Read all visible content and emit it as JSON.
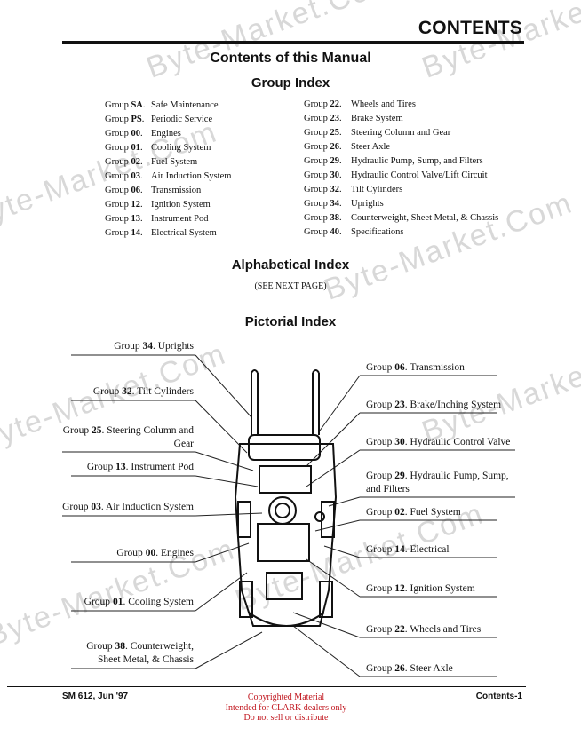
{
  "header": {
    "title": "CONTENTS"
  },
  "manual_title": "Contents of this Manual",
  "group_index": {
    "title": "Group Index",
    "left": [
      {
        "id": "SA",
        "label": "Safe Maintenance"
      },
      {
        "id": "PS",
        "label": "Periodic Service"
      },
      {
        "id": "00",
        "label": "Engines"
      },
      {
        "id": "01",
        "label": "Cooling System"
      },
      {
        "id": "02",
        "label": "Fuel System"
      },
      {
        "id": "03",
        "label": "Air Induction System"
      },
      {
        "id": "06",
        "label": "Transmission"
      },
      {
        "id": "12",
        "label": "Ignition System"
      },
      {
        "id": "13",
        "label": "Instrument Pod"
      },
      {
        "id": "14",
        "label": "Electrical System"
      }
    ],
    "right": [
      {
        "id": "22",
        "label": "Wheels and Tires"
      },
      {
        "id": "23",
        "label": "Brake System"
      },
      {
        "id": "25",
        "label": "Steering Column and Gear"
      },
      {
        "id": "26",
        "label": "Steer Axle"
      },
      {
        "id": "29",
        "label": "Hydraulic Pump, Sump, and Filters"
      },
      {
        "id": "30",
        "label": "Hydraulic Control Valve/Lift Circuit"
      },
      {
        "id": "32",
        "label": "Tilt Cylinders"
      },
      {
        "id": "34",
        "label": "Uprights"
      },
      {
        "id": "38",
        "label": "Counterweight, Sheet Metal, & Chassis"
      },
      {
        "id": "40",
        "label": "Specifications"
      }
    ]
  },
  "alpha_index": {
    "title": "Alphabetical Index",
    "note": "(SEE NEXT PAGE)"
  },
  "pictorial_index": {
    "title": "Pictorial Index",
    "left": [
      {
        "id": "34",
        "label": "Uprights"
      },
      {
        "id": "32",
        "label": "Tilt Cylinders"
      },
      {
        "id": "25",
        "label": "Steering Column and",
        "label2": "Gear"
      },
      {
        "id": "13",
        "label": "Instrument Pod"
      },
      {
        "id": "03",
        "label": "Air Induction System"
      },
      {
        "id": "00",
        "label": "Engines"
      },
      {
        "id": "01",
        "label": "Cooling System"
      },
      {
        "id": "38",
        "label": "Counterweight,",
        "label2": "Sheet Metal, & Chassis"
      }
    ],
    "right": [
      {
        "id": "06",
        "label": "Transmission"
      },
      {
        "id": "23",
        "label": "Brake/Inching System"
      },
      {
        "id": "30",
        "label": "Hydraulic Control Valve"
      },
      {
        "id": "29",
        "label": "Hydraulic Pump, Sump,",
        "label2": "and Filters"
      },
      {
        "id": "02",
        "label": "Fuel System"
      },
      {
        "id": "14",
        "label": "Electrical"
      },
      {
        "id": "12",
        "label": "Ignition System"
      },
      {
        "id": "22",
        "label": "Wheels and Tires"
      },
      {
        "id": "26",
        "label": "Steer Axle"
      }
    ]
  },
  "group_word": "Group",
  "footer": {
    "left": "SM 612, Jun '97",
    "right": "Contents-1",
    "copyright": [
      "Copyrighted Material",
      "Intended for CLARK dealers only",
      "Do not sell or distribute"
    ]
  },
  "watermark": "Byte-Market.Com"
}
